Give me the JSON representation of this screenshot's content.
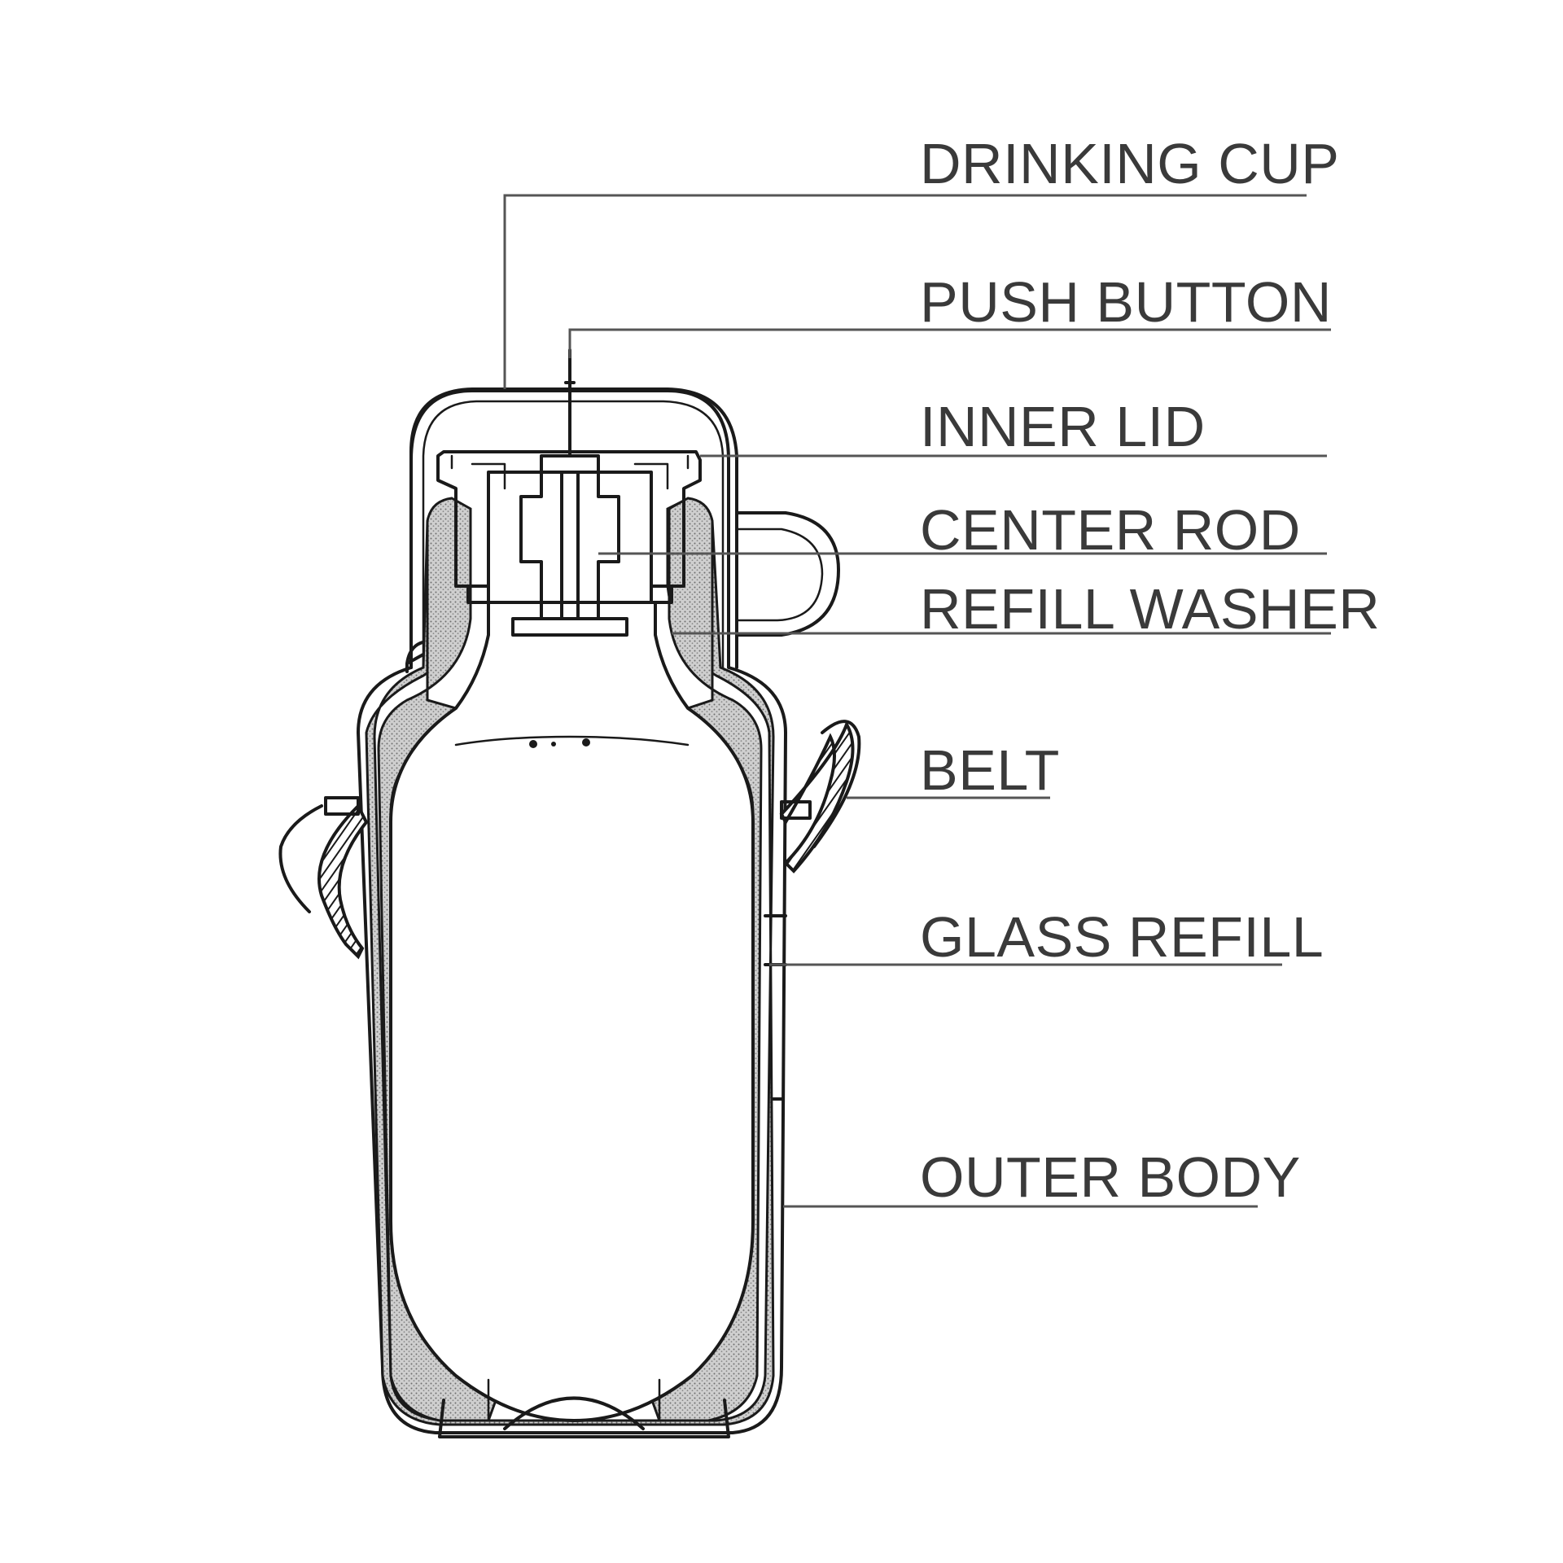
{
  "diagram": {
    "labels": [
      {
        "id": "drinking-cup",
        "text": "DRINKING CUP"
      },
      {
        "id": "push-button",
        "text": "PUSH BUTTON"
      },
      {
        "id": "inner-lid",
        "text": "INNER LID"
      },
      {
        "id": "center-rod",
        "text": "CENTER ROD"
      },
      {
        "id": "refill-washer",
        "text": "REFILL WASHER"
      },
      {
        "id": "belt",
        "text": "BELT"
      },
      {
        "id": "glass-refill",
        "text": "GLASS REFILL"
      },
      {
        "id": "outer-body",
        "text": "OUTER BODY"
      }
    ]
  }
}
